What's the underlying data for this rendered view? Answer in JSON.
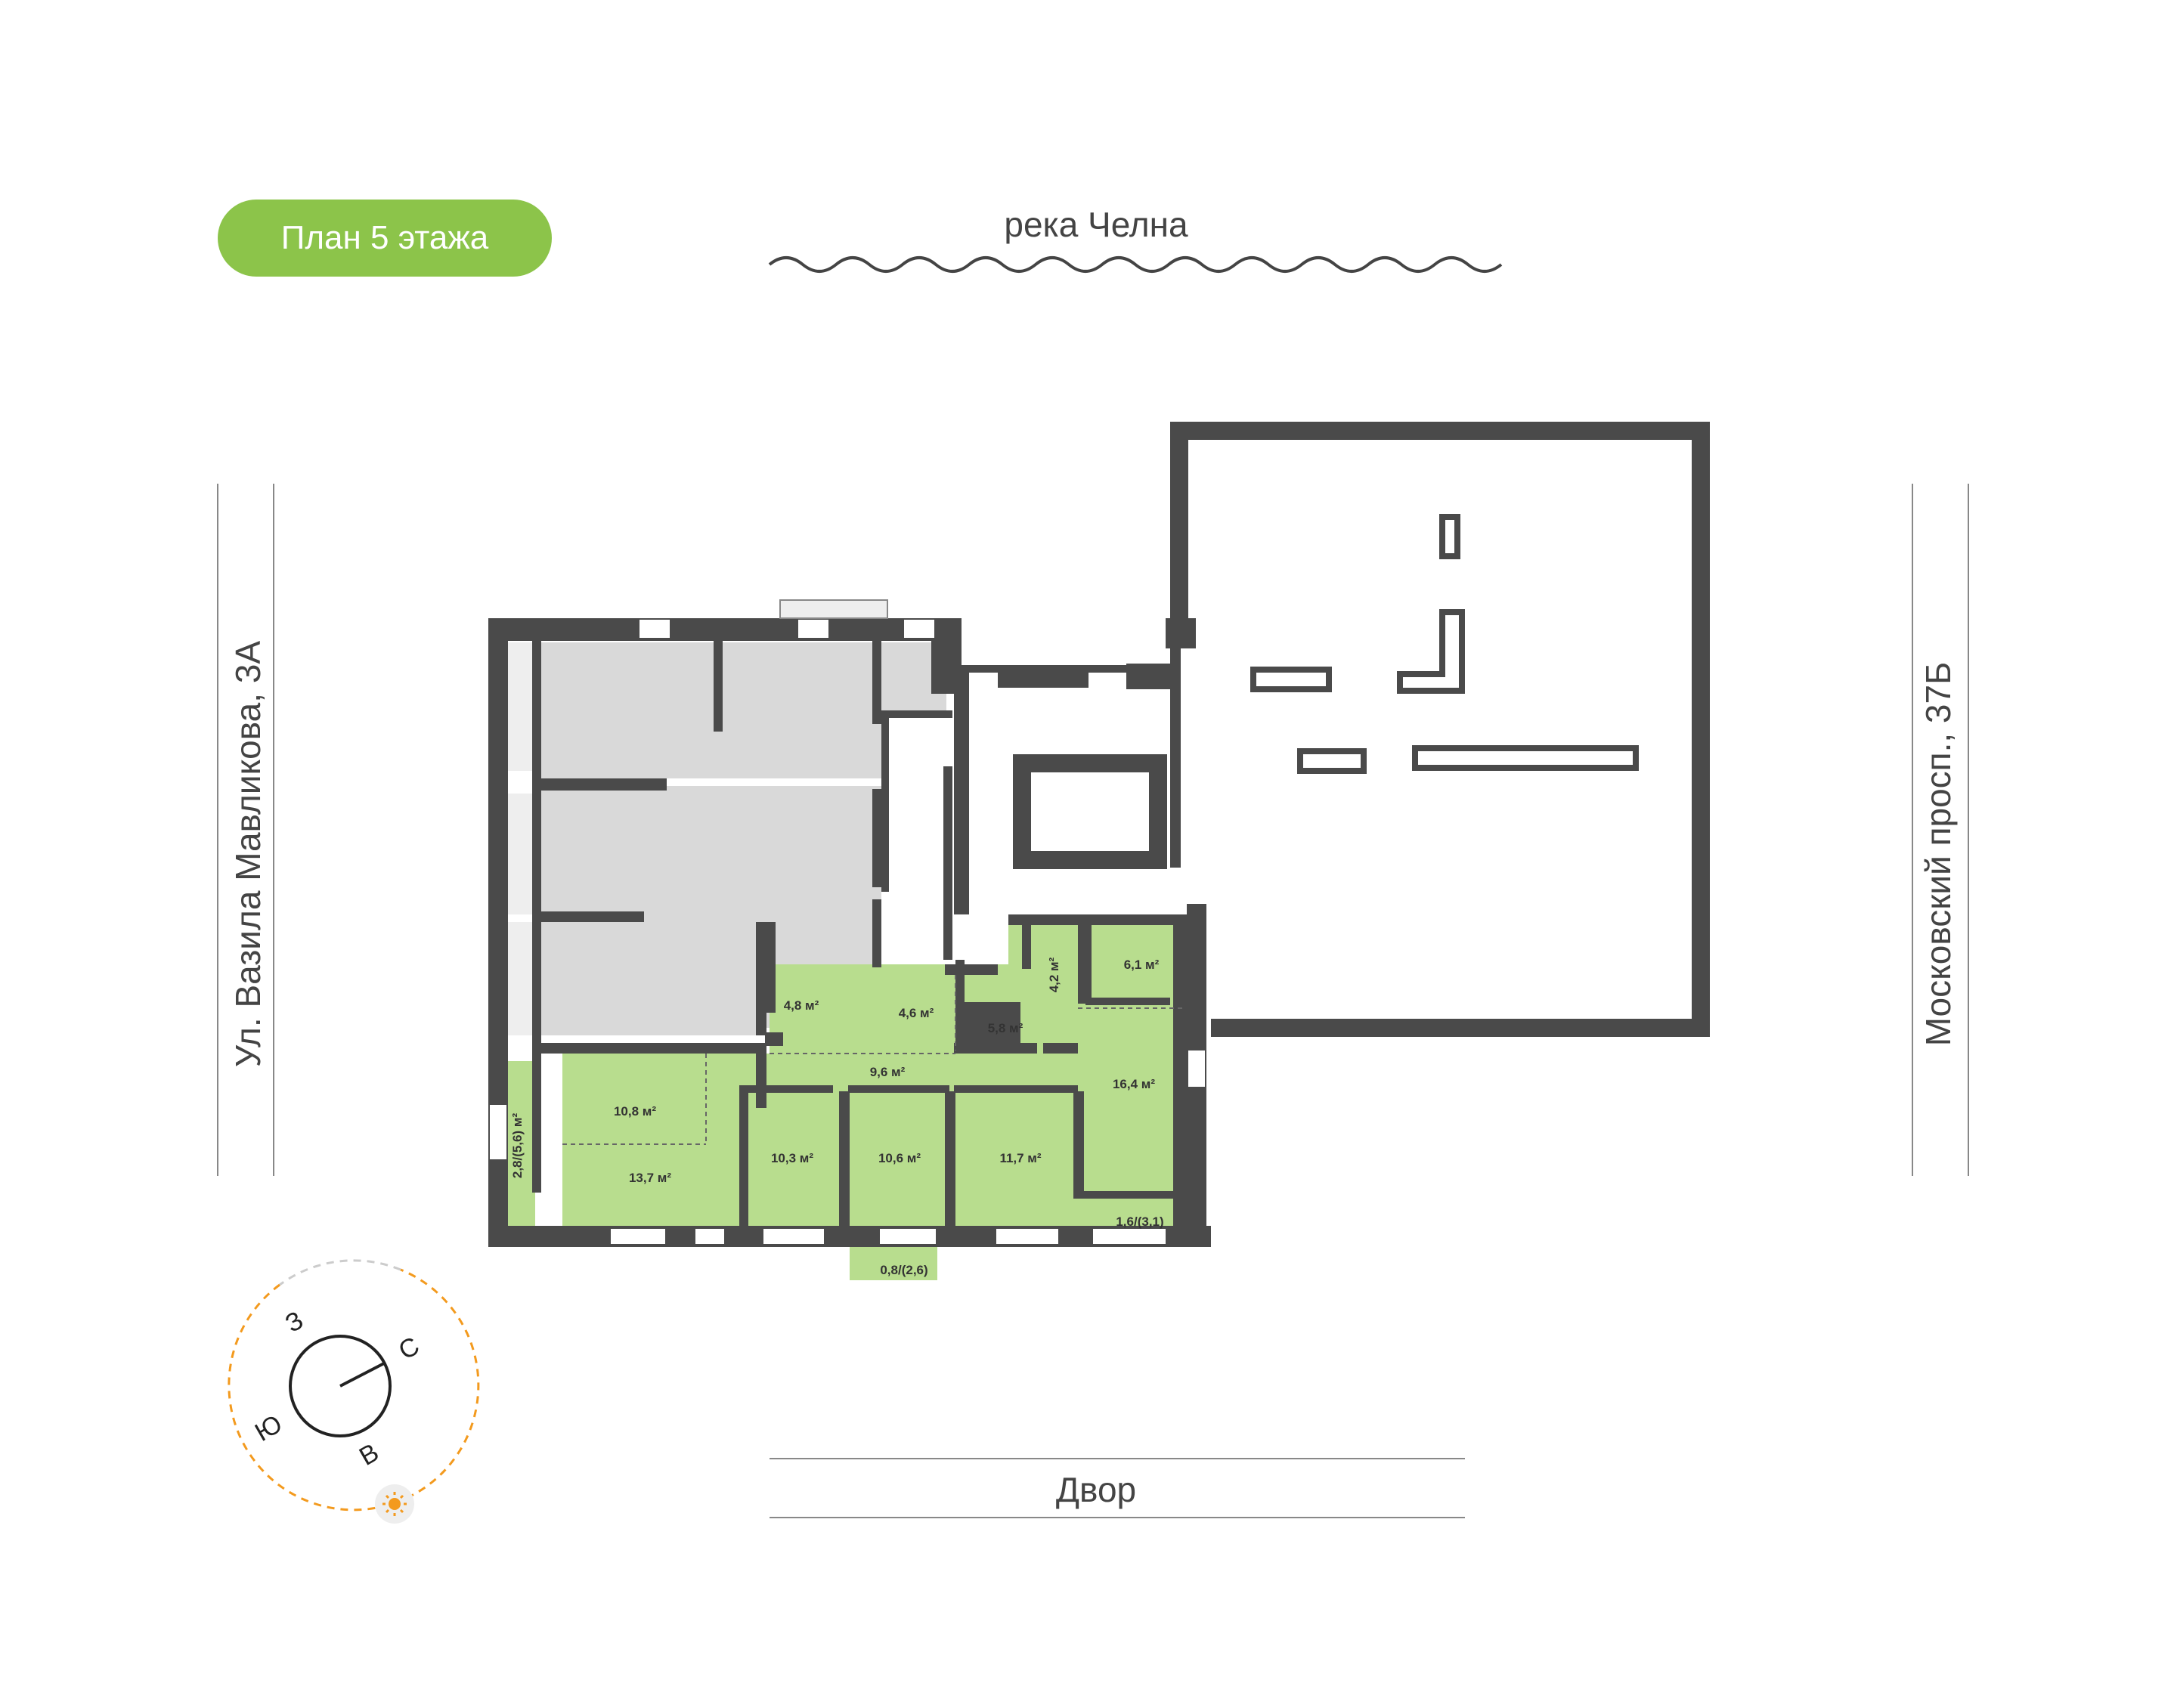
{
  "floor_plan": {
    "title": "План 5 этажа",
    "accent_color": "#8cc44a",
    "apartment_fill": "#b8dd8e",
    "other_fill": "#d9d9d9",
    "wall_color": "#4a4a4a"
  },
  "surroundings": {
    "north": "река Челна",
    "south": "Двор",
    "west": "Ул. Вазила Мавликова, 3А",
    "east": "Московский просп., 37Б"
  },
  "rooms": {
    "r1": "6,1 м²",
    "r2": "4,2 м²",
    "r3": "4,8 м²",
    "r4": "4,6 м²",
    "r5": "5,8 м²",
    "r6": "9,6 м²",
    "r7": "16,4 м²",
    "r8": "10,8 м²",
    "r9": "13,7 м²",
    "r10": "10,3 м²",
    "r11": "10,6 м²",
    "r12": "11,7 м²",
    "r13": "2,8/(5,6) м²",
    "r14": "1,6/(3,1)",
    "r15": "0,8/(2,6)"
  },
  "compass": {
    "north": "С",
    "south": "Ю",
    "west": "З",
    "east": "В",
    "sun_icon": "sun-icon",
    "sun_color": "#f39a1e"
  }
}
